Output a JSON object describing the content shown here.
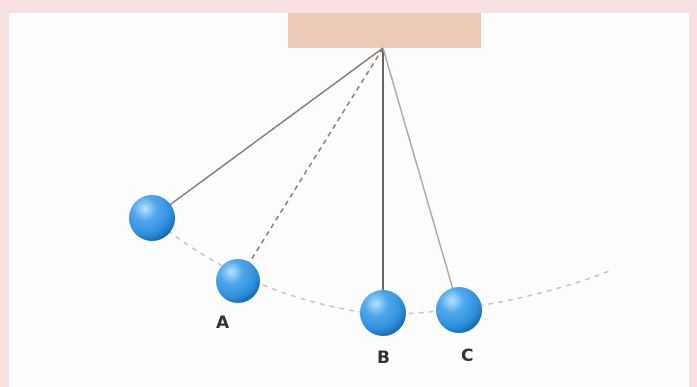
{
  "diagram": {
    "labels": {
      "a": "A",
      "b": "B",
      "c": "C"
    },
    "colors": {
      "background_border": "#f7e1e3",
      "panel": "#fdfdfd",
      "support": "#ecc9b6",
      "string": "#8a7b74",
      "arc": "#d2c4bd",
      "bob_main": "#2e8fdc",
      "bob_dark": "#1466b2",
      "bob_highlight": "#b7e2ff",
      "label_text": "#333333"
    },
    "icons": {
      "support": "ceiling-support-block",
      "bob": "pendulum-bob-sphere"
    }
  }
}
